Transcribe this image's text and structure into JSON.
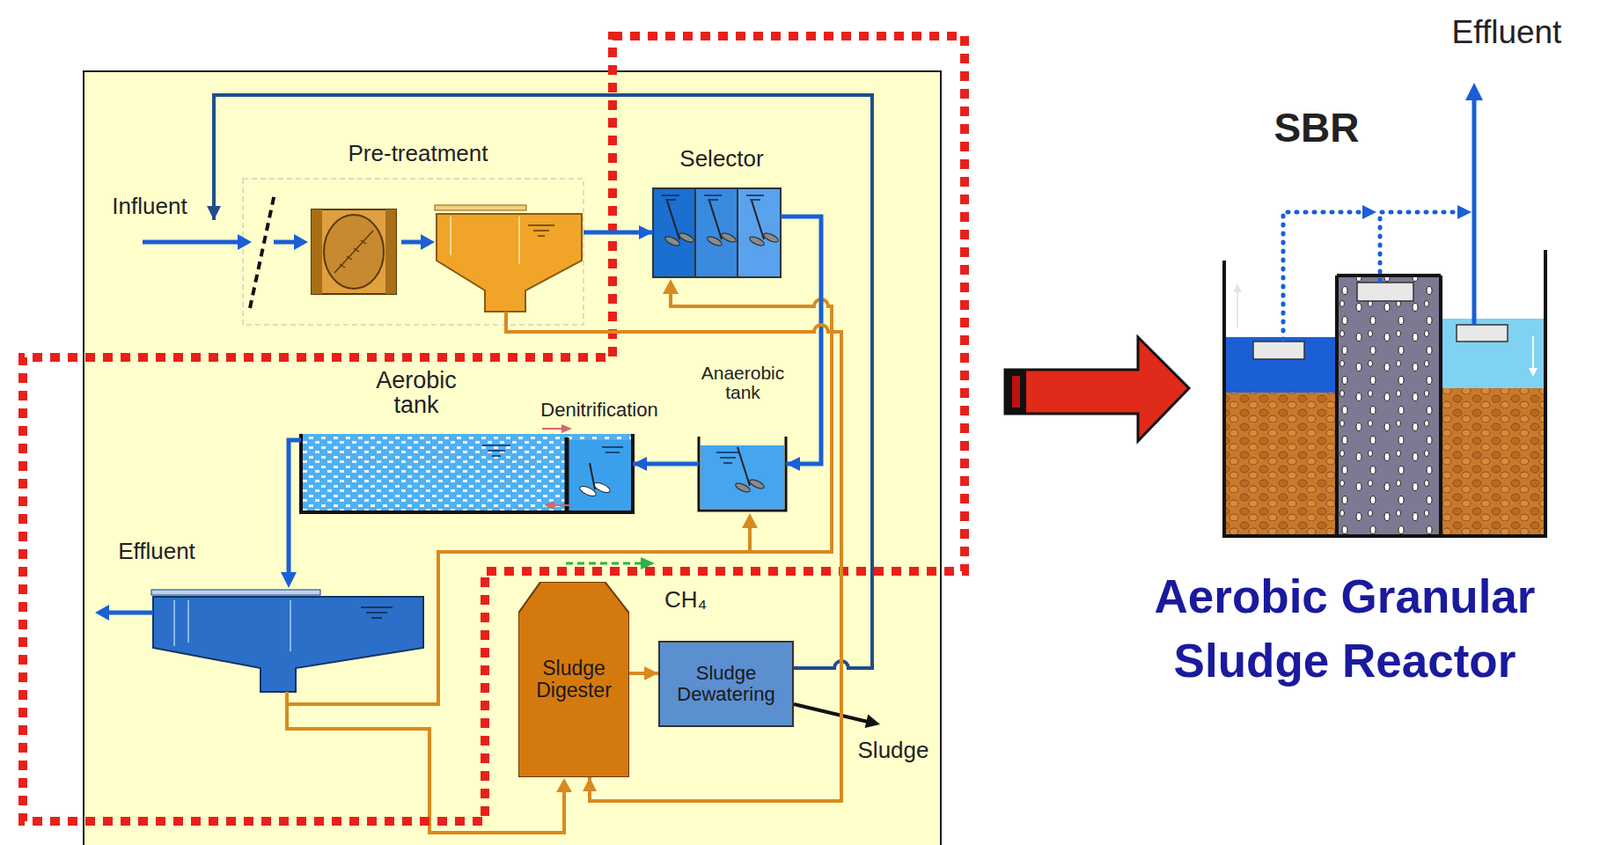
{
  "diagram": {
    "nodes": [
      {
        "text": [
          "Pre-treatment"
        ]
      },
      {
        "text": [
          "Selector"
        ]
      },
      {
        "text": [
          "Anaerobic tank"
        ]
      },
      {
        "text": [
          "Aerobic tank"
        ]
      },
      {
        "text": [
          "Sludge Digester"
        ]
      },
      {
        "text": [
          "Sludge Dewatering"
        ]
      },
      {
        "text": [
          "SBR"
        ]
      }
    ],
    "edges": [
      {
        "from": 0,
        "to": 1,
        "arrow": "to"
      },
      {
        "from": 1,
        "to": 2,
        "arrow": "to"
      },
      {
        "from": 2,
        "to": 3,
        "arrow": "to"
      },
      {
        "from": 4,
        "to": 5,
        "arrow": "to"
      },
      {
        "from": 5,
        "to": 0,
        "arrow": "to"
      },
      {
        "from": 0,
        "to": 4,
        "arrow": "to"
      }
    ],
    "labels": [
      "Influent",
      "Denitrification",
      "Effluent",
      "CH₄",
      "Sludge",
      "Effluent",
      "Aerobic Granular Sludge Reactor"
    ]
  }
}
